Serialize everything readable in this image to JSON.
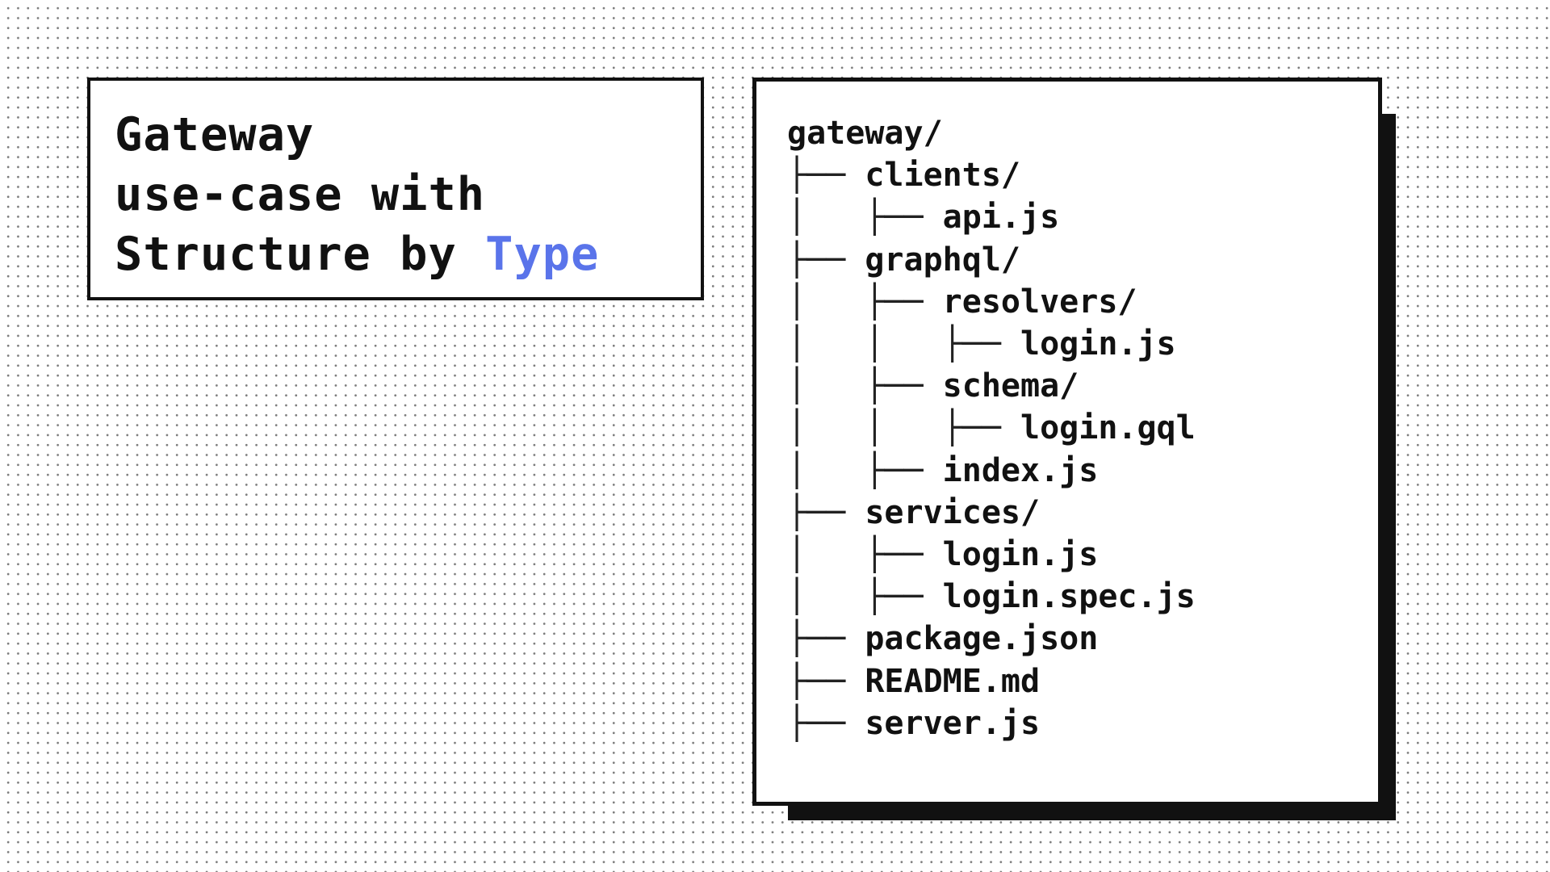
{
  "title": {
    "line1": "Gateway",
    "line2": "use-case with",
    "line3_prefix": "Structure by ",
    "line3_accent": "Type",
    "accent_color": "#5a74ea"
  },
  "tree": {
    "rows": [
      {
        "prefix": "",
        "name": "gateway/"
      },
      {
        "prefix": "├── ",
        "name": "clients/"
      },
      {
        "prefix": "│   ├── ",
        "name": "api.js"
      },
      {
        "prefix": "├── ",
        "name": "graphql/"
      },
      {
        "prefix": "│   ├── ",
        "name": "resolvers/"
      },
      {
        "prefix": "│   │   ├── ",
        "name": "login.js"
      },
      {
        "prefix": "│   ├── ",
        "name": "schema/"
      },
      {
        "prefix": "│   │   ├── ",
        "name": "login.gql"
      },
      {
        "prefix": "│   ├── ",
        "name": "index.js"
      },
      {
        "prefix": "├── ",
        "name": "services/"
      },
      {
        "prefix": "│   ├── ",
        "name": "login.js"
      },
      {
        "prefix": "│   ├── ",
        "name": "login.spec.js"
      },
      {
        "prefix": "├── ",
        "name": "package.json"
      },
      {
        "prefix": "├── ",
        "name": "README.md"
      },
      {
        "prefix": "├── ",
        "name": "server.js"
      }
    ]
  }
}
